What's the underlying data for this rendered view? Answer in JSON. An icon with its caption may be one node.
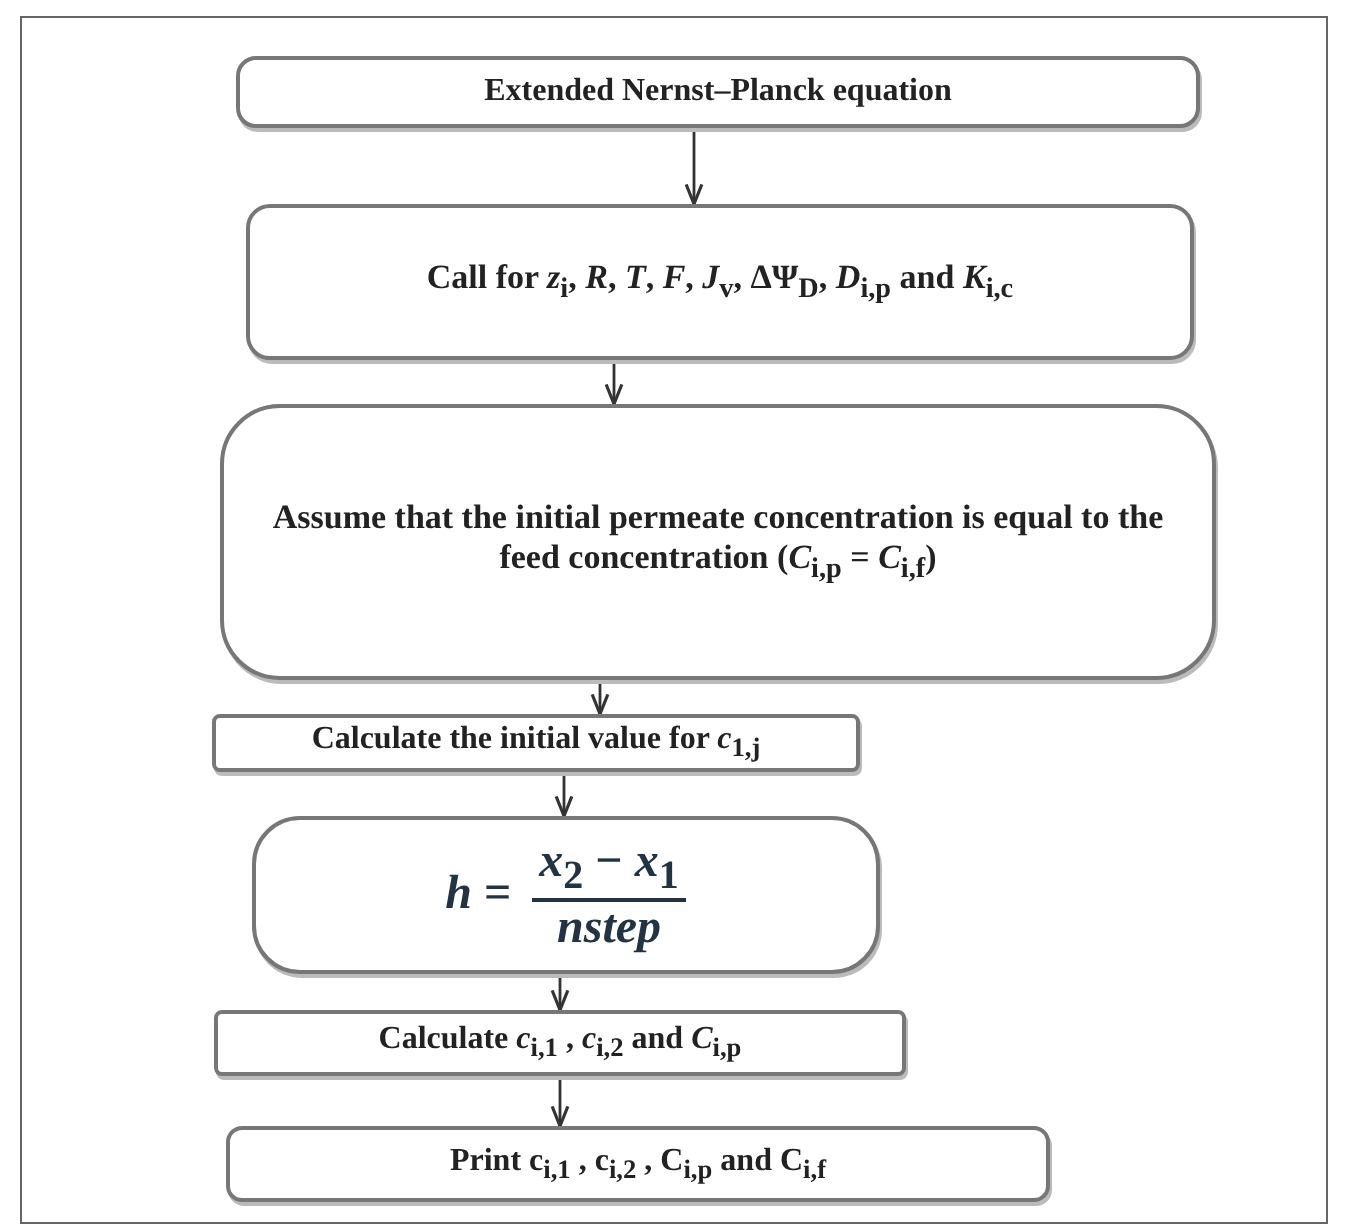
{
  "diagram": {
    "nodes": [
      {
        "text": [
          "Extended Nernst–Planck equation"
        ]
      },
      {
        "text": [
          "Call for *z*$_{i}$, *R*, *T*, *F*, *J*$_{v}$, ΔΨ$_{D}$, *D*$_{i,p}$ and *K*$_{i,c}$"
        ]
      },
      {
        "text": [
          "Assume that the initial permeate concentration is equal to the feed concentration (*C*$_{i,p}$ = *C*$_{i,f}$)"
        ]
      },
      {
        "text": [
          "Calculate the initial value for *c*$_{1,j}$"
        ]
      },
      {
        "text": [
          "*h* =",
          "*x*$_{2}$ − *x*$_{1}$",
          "*nstep*"
        ]
      },
      {
        "text": [
          "Calculate *c*$_{i,1}$ , *c*$_{i,2}$ and *C*$_{i,p}$"
        ]
      },
      {
        "text": [
          "Print c$_{i,1}$ , c$_{i,2}$ , C$_{i,p}$ and C$_{i,f}$"
        ]
      }
    ],
    "edges": [
      {
        "from": 0,
        "to": 1,
        "arrow": "to"
      },
      {
        "from": 1,
        "to": 2,
        "arrow": "to"
      },
      {
        "from": 2,
        "to": 3,
        "arrow": "to"
      },
      {
        "from": 3,
        "to": 4,
        "arrow": "to"
      },
      {
        "from": 4,
        "to": 5,
        "arrow": "to"
      },
      {
        "from": 5,
        "to": 6,
        "arrow": "to"
      }
    ]
  }
}
